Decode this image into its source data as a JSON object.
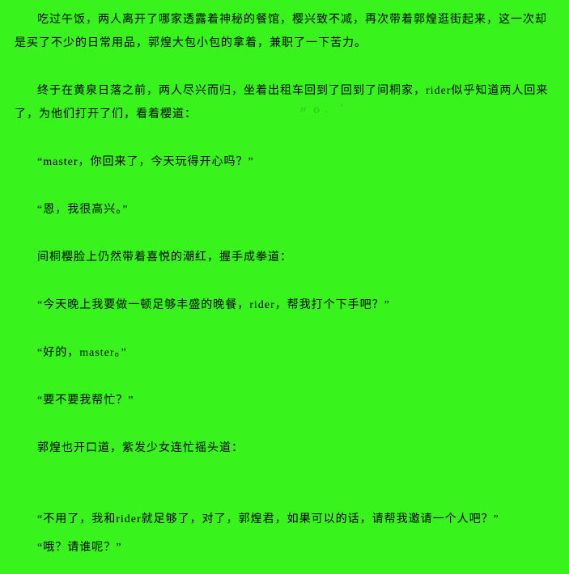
{
  "page": {
    "background_color": "#38F31C",
    "text_color": "#000000"
  },
  "watermark_text": "〃o. '",
  "paragraphs": [
    "吃过午饭，两人离开了哪家透露着神秘的餐馆，樱兴致不减，再次带着郭煌逛街起来，这一次却是买了不少的日常用品，郭煌大包小包的拿着，兼职了一下苦力。",
    "终于在黄泉日落之前，两人尽兴而归，坐着出租车回到了回到了间桐家，rider似乎知道两人回来了，为他们打开了们，看着樱道：",
    "“master，你回来了，今天玩得开心吗？”",
    "“恩，我很高兴。”",
    "间桐樱脸上仍然带着喜悦的潮红，握手成拳道：",
    "“今天晚上我要做一顿足够丰盛的晚餐，rider，帮我打个下手吧？”",
    "“好的，master。”",
    "“要不要我帮忙？”",
    "郭煌也开口道，紫发少女连忙摇头道：",
    "“不用了，我和rider就足够了，对了，郭煌君，如果可以的话，请帮我邀请一个人吧？”",
    "“哦？请谁呢？”"
  ]
}
